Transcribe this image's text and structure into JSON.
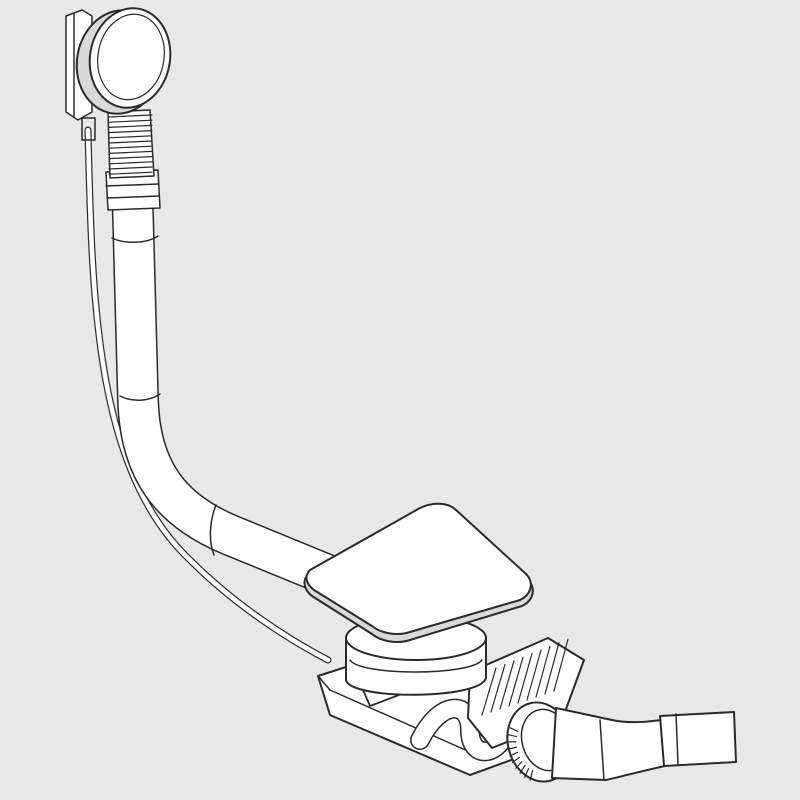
{
  "colors": {
    "background": "#e8e8e8",
    "outline": "#2a2a2a",
    "fill": "#ffffff",
    "shade": "#d9d9d9"
  },
  "parts": [
    {
      "id": "overflow-knob",
      "icon": "round-knob"
    },
    {
      "id": "corrugated-sleeve",
      "icon": "ribbed-tube"
    },
    {
      "id": "overflow-pipe",
      "icon": "bent-pipe"
    },
    {
      "id": "control-cable",
      "icon": "cable"
    },
    {
      "id": "drain-plug",
      "icon": "square-plug"
    },
    {
      "id": "waste-trap",
      "icon": "trap-body"
    },
    {
      "id": "outlet-nut",
      "icon": "threaded-nut"
    },
    {
      "id": "outlet-pipe",
      "icon": "angled-pipe"
    }
  ]
}
